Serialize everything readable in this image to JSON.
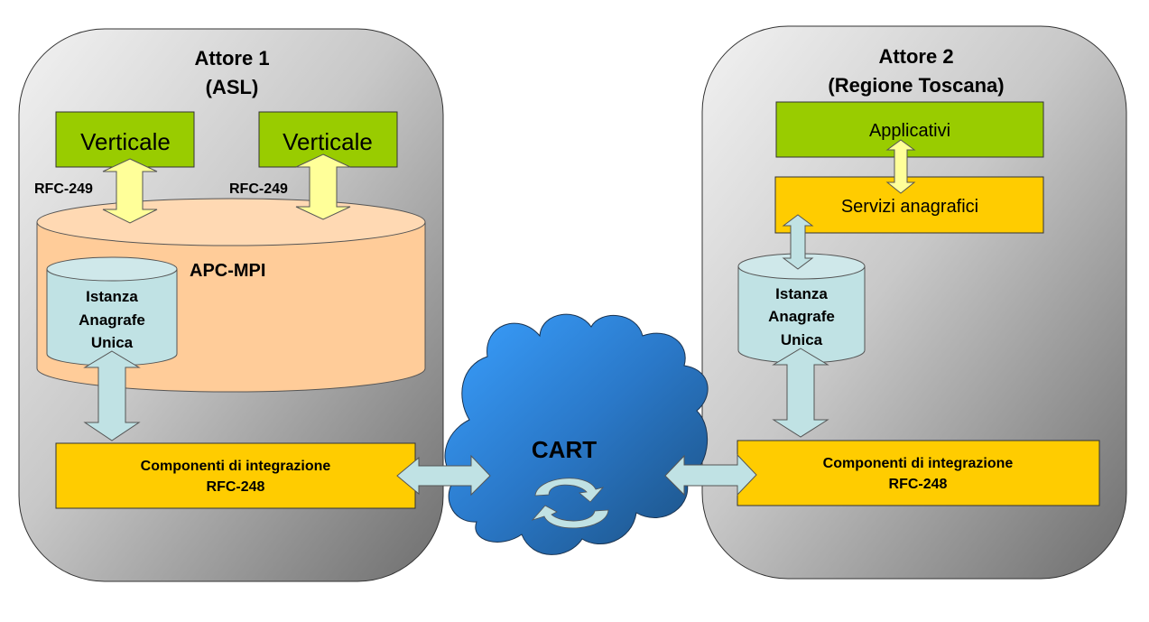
{
  "actor1": {
    "title_line1": "Attore 1",
    "title_line2": "(ASL)",
    "vertical_left": "Verticale",
    "vertical_right": "Verticale",
    "rfc_left": "RFC-249",
    "rfc_right": "RFC-249",
    "database": "APC-MPI",
    "instance_line1": "Istanza",
    "instance_line2": "Anagrafe",
    "instance_line3": "Unica",
    "integration_line1": "Componenti di integrazione",
    "integration_line2": "RFC-248"
  },
  "actor2": {
    "title_line1": "Attore 2",
    "title_line2": "(Regione Toscana)",
    "applications": "Applicativi",
    "registry_services": "Servizi anagrafici",
    "instance_line1": "Istanza",
    "instance_line2": "Anagrafe",
    "instance_line3": "Unica",
    "integration_line1": "Componenti di integrazione",
    "integration_line2": "RFC-248"
  },
  "network": {
    "label": "CART",
    "sync_icon": "sync-icon"
  },
  "colors": {
    "green_box": "#99CC00",
    "yellow_box": "#FFCC00",
    "peach_db": "#FFCC99",
    "light_cyan": "#C0E2E4",
    "pale_yellow_arrow": "#FFFF99",
    "cloud_blue": "#3399FF",
    "cloud_dark": "#1F5A8F"
  }
}
